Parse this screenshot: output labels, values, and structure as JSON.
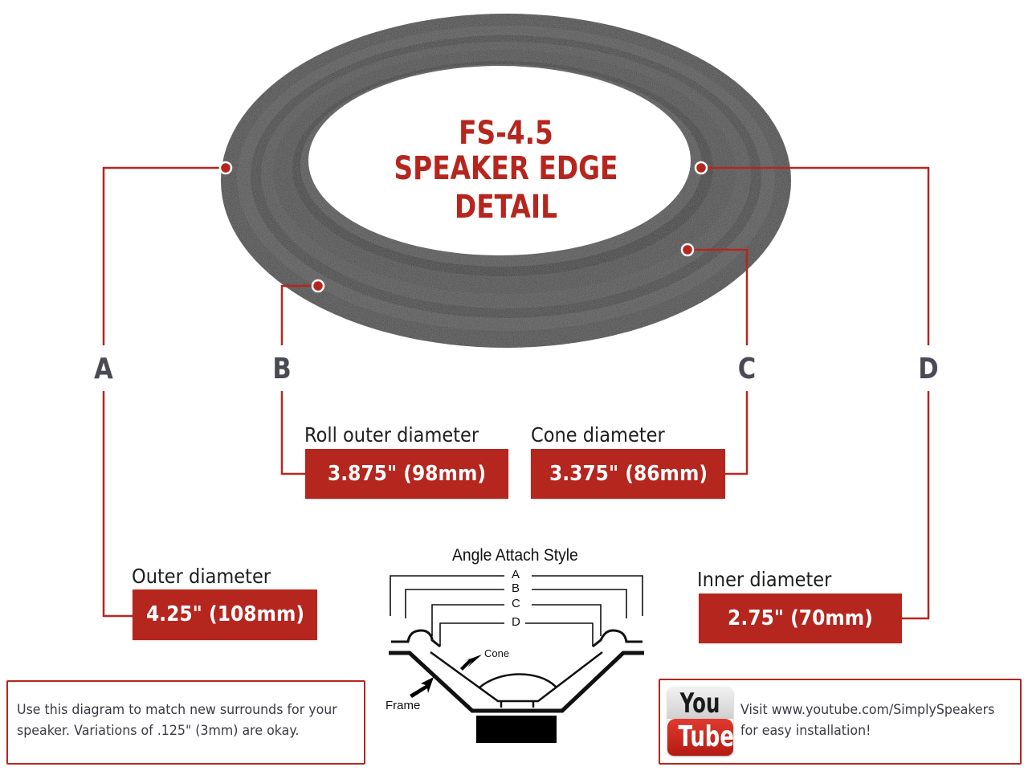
{
  "title": {
    "model": "FS-4.5",
    "subtitle": "SPEAKER EDGE DETAIL"
  },
  "colors": {
    "accent": "#b5261e",
    "foam": "#3c3c3c",
    "letter": "#4a4a55",
    "text": "#1e1e1e"
  },
  "callouts": [
    {
      "letter": "A",
      "label": "Outer diameter",
      "value": "4.25\" (108mm)"
    },
    {
      "letter": "B",
      "label": "Roll outer diameter",
      "value": "3.875\" (98mm)"
    },
    {
      "letter": "C",
      "label": "Cone diameter",
      "value": "3.375\" (86mm)"
    },
    {
      "letter": "D",
      "label": "Inner diameter",
      "value": "2.75\" (70mm)"
    }
  ],
  "cross_section": {
    "title": "Angle Attach Style",
    "labels": [
      "A",
      "B",
      "C",
      "D"
    ],
    "cone_label": "Cone",
    "frame_label": "Frame"
  },
  "notes": {
    "tolerance_line1": "Use this diagram to match new surrounds for your",
    "tolerance_line2": "speaker. Variations of .125\" (3mm) are okay.",
    "youtube_top": "You",
    "youtube_bottom": "Tube",
    "youtube_line1": "Visit www.youtube.com/SimplySpeakers",
    "youtube_line2": "for easy installation!"
  }
}
